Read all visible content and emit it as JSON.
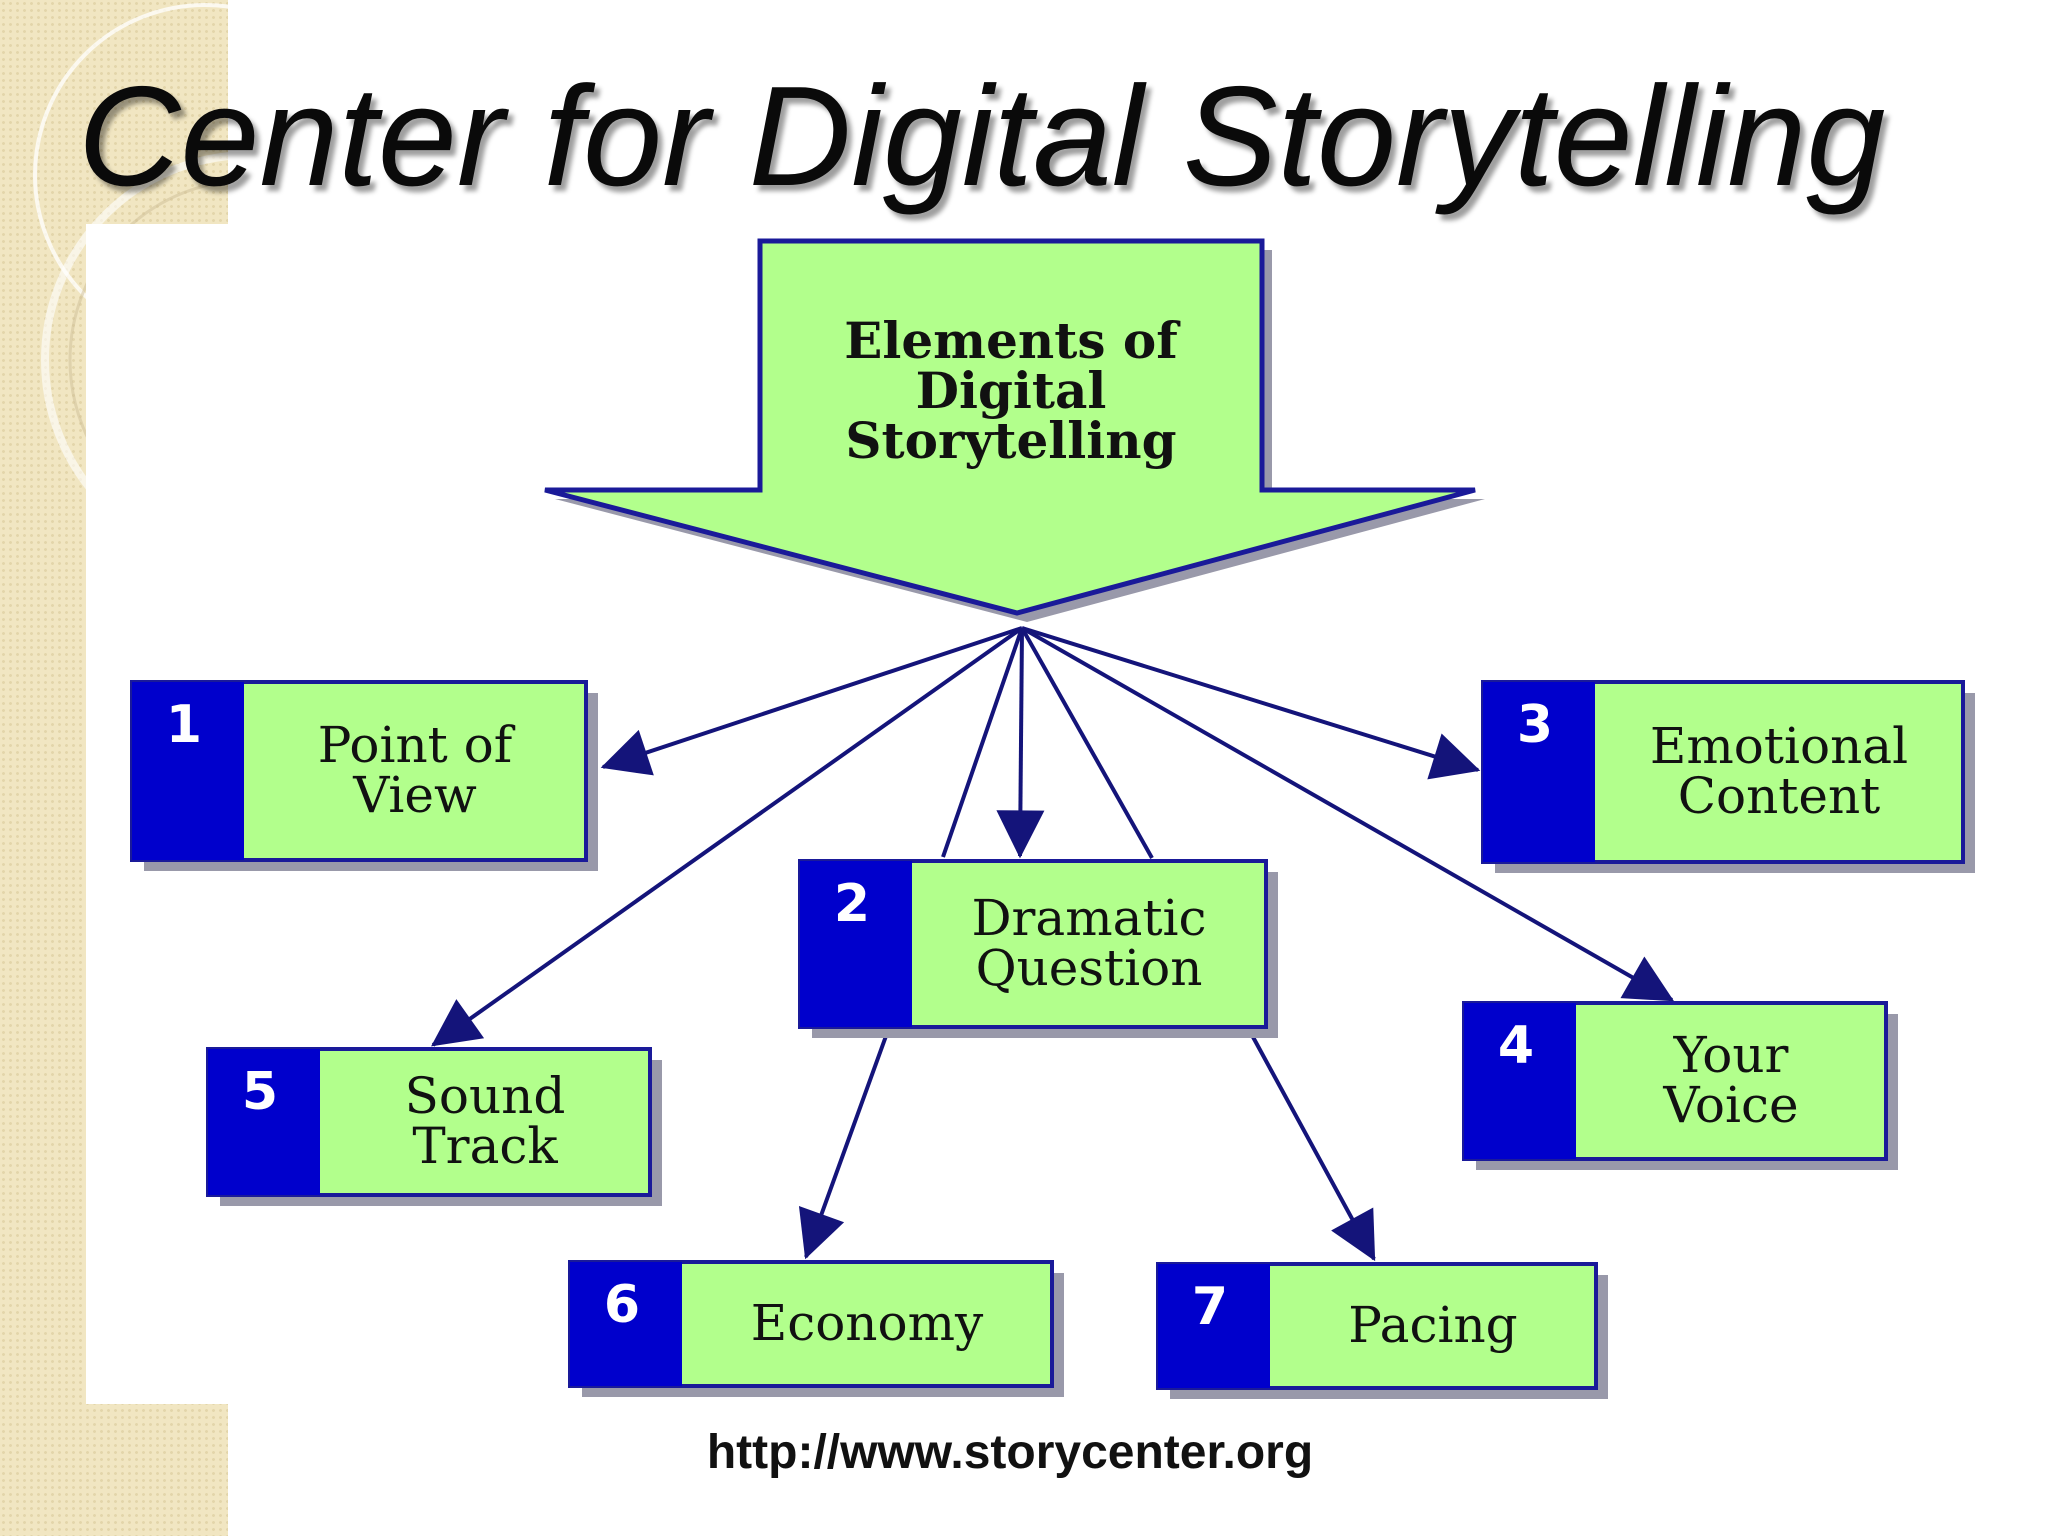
{
  "slide": {
    "title": "Center for Digital Storytelling",
    "url": "http://www.storycenter.org"
  },
  "diagram": {
    "center": {
      "lines": [
        "Elements of",
        "Digital",
        "Storytelling"
      ]
    },
    "elements": [
      {
        "number": "1",
        "lines": [
          "Point of",
          "View"
        ]
      },
      {
        "number": "2",
        "lines": [
          "Dramatic",
          "Question"
        ]
      },
      {
        "number": "3",
        "lines": [
          "Emotional",
          "Content"
        ]
      },
      {
        "number": "4",
        "lines": [
          "Your",
          "Voice"
        ]
      },
      {
        "number": "5",
        "lines": [
          "Sound",
          "Track"
        ]
      },
      {
        "number": "6",
        "lines": [
          "Economy"
        ]
      },
      {
        "number": "7",
        "lines": [
          "Pacing"
        ]
      }
    ],
    "colors": {
      "box_fill": "#b2ff8c",
      "number_fill": "#0000cc",
      "stroke": "#1a1a99",
      "arrow": "#14147a",
      "shadow": "#9999aa"
    }
  }
}
